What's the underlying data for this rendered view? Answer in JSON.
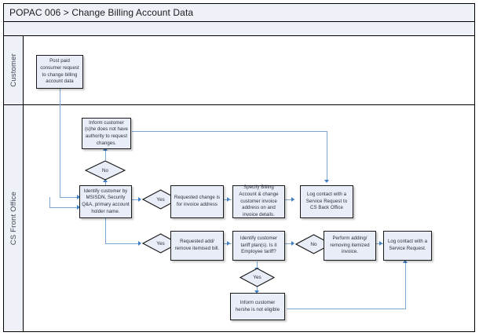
{
  "header": {
    "title": "POPAC 006 > Change Billing Account Data"
  },
  "lanes": [
    {
      "id": "customer",
      "label": "Customer"
    },
    {
      "id": "cs-front-office",
      "label": "CS Front Office"
    }
  ],
  "nodes": [
    {
      "id": "post-paid-request",
      "type": "process",
      "lane": "customer",
      "text": "Post paid consumer request to change billing account data"
    },
    {
      "id": "inform-no-authority",
      "type": "process",
      "lane": "cs-front-office",
      "text": "Inform customer (s)he does not have authority to request changes."
    },
    {
      "id": "decision-authority-no",
      "type": "decision",
      "lane": "cs-front-office",
      "text": "No"
    },
    {
      "id": "identify-customer",
      "type": "process",
      "lane": "cs-front-office",
      "text": "Identify customer by MSISDN, Security Q&A, primary account holder name."
    },
    {
      "id": "decision-invoice-yes",
      "type": "decision",
      "lane": "cs-front-office",
      "text": "Yes"
    },
    {
      "id": "requested-change-invoice-address",
      "type": "process",
      "lane": "cs-front-office",
      "text": "Requested change is for invoice address"
    },
    {
      "id": "specify-billing-account",
      "type": "process",
      "lane": "cs-front-office",
      "text": "Specify Billing Account & change customer invoice address on and invoice details."
    },
    {
      "id": "log-contact-back-office",
      "type": "process",
      "lane": "cs-front-office",
      "text": "Log contact with a Service Request to CS Back Office"
    },
    {
      "id": "decision-itemised-yes",
      "type": "decision",
      "lane": "cs-front-office",
      "text": "Yes"
    },
    {
      "id": "requested-itemised-bill",
      "type": "process",
      "lane": "cs-front-office",
      "text": "Requested add/ remove itemised bill."
    },
    {
      "id": "identify-tariff-plan",
      "type": "process",
      "lane": "cs-front-office",
      "text": "Identify customer tariff plan(s). Is it Employee tariff?"
    },
    {
      "id": "decision-tariff-no",
      "type": "decision",
      "lane": "cs-front-office",
      "text": "No"
    },
    {
      "id": "perform-itemized-invoices",
      "type": "process",
      "lane": "cs-front-office",
      "text": "Perform adding/ removing itemized invoice."
    },
    {
      "id": "log-contact-service-request",
      "type": "process",
      "lane": "cs-front-office",
      "text": "Log contact with a Service Request."
    },
    {
      "id": "decision-tariff-yes",
      "type": "decision",
      "lane": "cs-front-office",
      "text": "Yes"
    },
    {
      "id": "inform-not-eligible",
      "type": "process",
      "lane": "cs-front-office",
      "text": "Inform customer he/she is not eligible"
    }
  ],
  "colors": {
    "node_fill": "#e8edf7",
    "node_border": "#1a1a1a",
    "lane_fill": "#eef1f8",
    "connector": "#7ba7d7",
    "arrow": "#3f7fc4",
    "frame": "#000000"
  }
}
